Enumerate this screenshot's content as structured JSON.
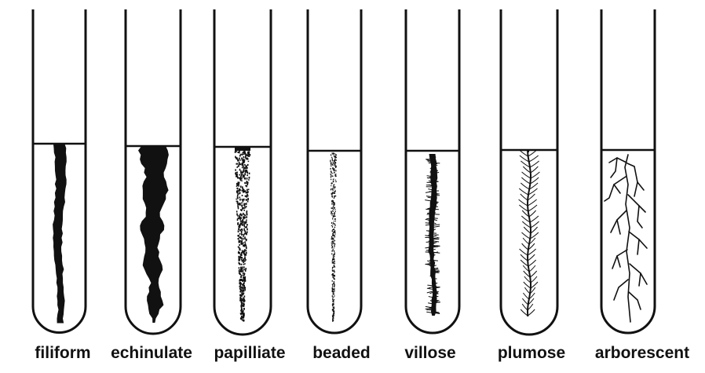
{
  "colors": {
    "background": "#ffffff",
    "ink": "#111111"
  },
  "tubes": [
    {
      "label": "filiform",
      "growth": "filiform"
    },
    {
      "label": "echinulate",
      "growth": "echinulate"
    },
    {
      "label": "papilliate",
      "growth": "papilliate"
    },
    {
      "label": "beaded",
      "growth": "beaded"
    },
    {
      "label": "villose",
      "growth": "villose"
    },
    {
      "label": "plumose",
      "growth": "plumose"
    },
    {
      "label": "arborescent",
      "growth": "arborescent"
    }
  ]
}
